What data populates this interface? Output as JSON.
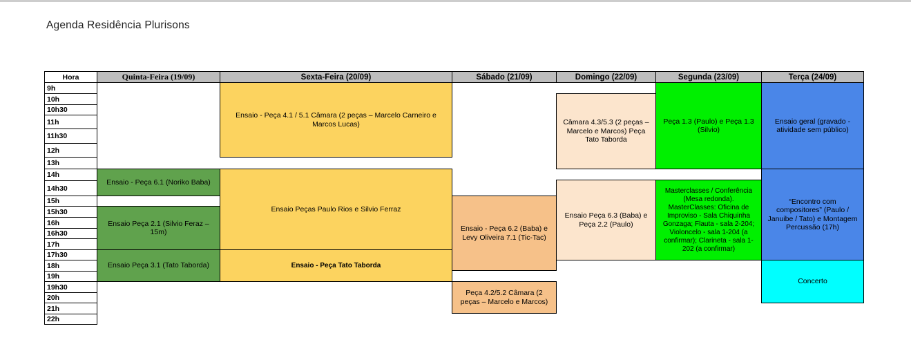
{
  "page": {
    "title": "Agenda Residência Plurisons"
  },
  "colors": {
    "header_gray": "#bdbdbd",
    "yellow": "#fcd35f",
    "green": "#60a24d",
    "bright_green": "#00f000",
    "blue": "#4a86e8",
    "cyan": "#00ffff",
    "peach": "#fce5cd",
    "orange": "#f6c189",
    "white": "#ffffff"
  },
  "table": {
    "hora_header": "Hora",
    "days": [
      "Quinta-Feira (19/09)",
      "Sexta-Feira (20/09)",
      "Sábado (21/09)",
      "Domingo (22/09)",
      "Segunda (23/09)",
      "Terça (24/09)"
    ],
    "hours": [
      "9h",
      "10h",
      "10h30",
      "11h",
      "11h30",
      "12h",
      "13h",
      "14h",
      "14h30",
      "15h",
      "15h30",
      "16h",
      "16h30",
      "17h",
      "17h30",
      "18h",
      "19h",
      "19h30",
      "20h",
      "21h",
      "22h"
    ],
    "events": [
      {
        "day": "Sexta-Feira (20/09)",
        "start": "9h",
        "end": "13h",
        "color": "yellow",
        "label": "Ensaio - Peça 4.1 / 5.1 Câmara (2 peças – Marcelo Carneiro e Marcos Lucas)"
      },
      {
        "day": "Domingo (22/09)",
        "start": "10h",
        "end": "14h",
        "color": "peach",
        "label": "Câmara 4.3/5.3 (2 peças – Marcelo e Marcos) Peça Tato Taborda"
      },
      {
        "day": "Segunda (23/09)",
        "start": "9h",
        "end": "14h",
        "color": "bright_green",
        "label": "Peça 1.3 (Paulo) e Peça 1.3 (Silvio)"
      },
      {
        "day": "Terça (24/09)",
        "start": "9h",
        "end": "14h",
        "color": "blue",
        "label": "Ensaio geral (gravado - atividade sem público)"
      },
      {
        "day": "Quinta-Feira (19/09)",
        "start": "14h",
        "end": "15h",
        "color": "green",
        "label": "Ensaio - Peça 6.1 (Noriko Baba)"
      },
      {
        "day": "Quinta-Feira (19/09)",
        "start": "15h30",
        "end": "17h30",
        "color": "green",
        "label": "Ensaio Peça 2.1 (Silvio Feraz –15m)"
      },
      {
        "day": "Quinta-Feira (19/09)",
        "start": "17h30",
        "end": "19h30",
        "color": "green",
        "label": "Ensaio Peça 3.1 (Tato Taborda)"
      },
      {
        "day": "Sexta-Feira (20/09)",
        "start": "14h",
        "end": "17h30",
        "color": "yellow",
        "label": "Ensaio Peças Paulo Rios e Silvio Ferraz"
      },
      {
        "day": "Sexta-Feira (20/09)",
        "start": "17h30",
        "end": "19h30",
        "color": "yellow",
        "label": "Ensaio - Peça Tato Taborda"
      },
      {
        "day": "Sábado (21/09)",
        "start": "15h",
        "end": "19h",
        "color": "orange",
        "label": "Ensaio - Peça 6.2 (Baba) e Levy Oliveira 7.1 (Tic-Tac)"
      },
      {
        "day": "Domingo (22/09)",
        "start": "14h30",
        "end": "18h",
        "color": "peach",
        "label": "Ensaio Peça 6.3 (Baba) e Peça 2.2 (Paulo)"
      },
      {
        "day": "Segunda (23/09)",
        "start": "14h30",
        "end": "18h",
        "color": "bright_green",
        "label": "Masterclasses / Conferência (Mesa redonda). MasterClasses: Oficina de Improviso - Sala Chiquinha Gonzaga; Flauta - sala 2-204; Violoncelo - sala 1-204 (a confirmar); Clarineta - sala 1-202 (a confirmar)"
      },
      {
        "day": "Terça (24/09)",
        "start": "14h",
        "end": "18h",
        "color": "blue",
        "label": "“Encontro com compositores” (Paulo / Januibe / Tato) e Montagem Percussão (17h)"
      },
      {
        "day": "Terça (24/09)",
        "start": "18h",
        "end": "21h",
        "color": "cyan",
        "label": "Concerto"
      },
      {
        "day": "Sábado (21/09)",
        "start": "19h30",
        "end": "22h",
        "color": "orange",
        "label": "Peça 4.2/5.2 Câmara (2 peças – Marcelo e Marcos)"
      }
    ]
  }
}
